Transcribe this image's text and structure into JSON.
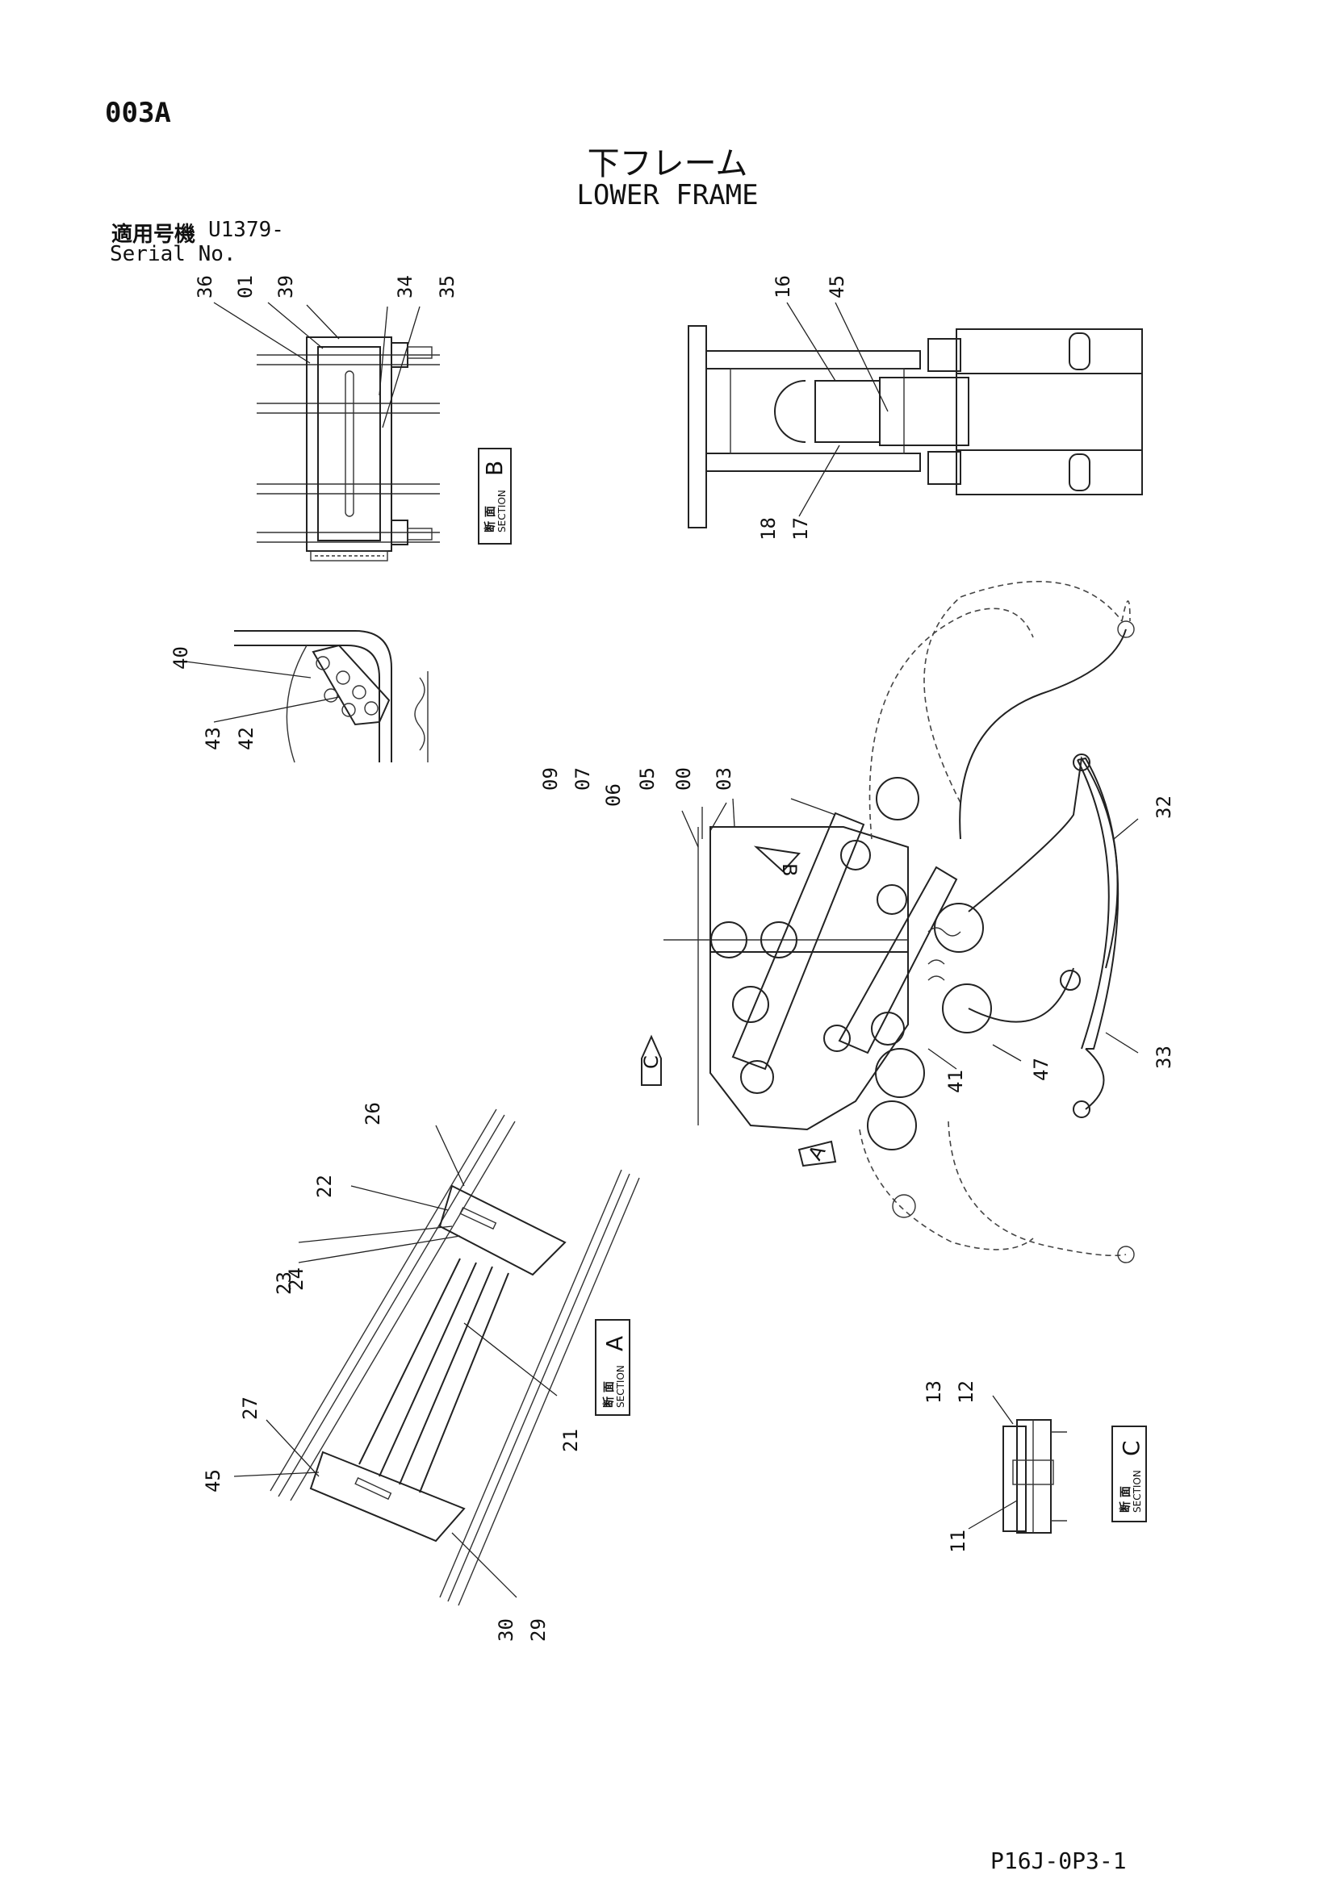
{
  "header": {
    "code": "003A",
    "title_jp": "下フレーム",
    "title_en": "LOWER FRAME",
    "serial_jp": "適用号機",
    "serial_value": "U1379-",
    "serial_en": "Serial No."
  },
  "footer": {
    "doc_ref": "P16J-0P3-1"
  },
  "sections": {
    "a": {
      "jp": "断 面",
      "en": "SECTION",
      "letter": "A"
    },
    "b": {
      "jp": "断 面",
      "en": "SECTION",
      "letter": "B"
    },
    "c": {
      "jp": "断 面",
      "en": "SECTION",
      "letter": "C"
    }
  },
  "view_arrows": {
    "a": "A",
    "b": "B",
    "c": "C"
  },
  "parts": {
    "p36": "36",
    "p01": "01",
    "p39": "39",
    "p34": "34",
    "p35": "35",
    "p16": "16",
    "p45a": "45",
    "p18": "18",
    "p17": "17",
    "p40": "40",
    "p43": "43",
    "p42": "42",
    "p09": "09",
    "p07": "07",
    "p05": "05",
    "p00": "00",
    "p03": "03",
    "p06": "06",
    "p32": "32",
    "p33": "33",
    "p41": "41",
    "p47": "47",
    "p26": "26",
    "p22": "22",
    "p24": "24",
    "p23": "23",
    "p21": "21",
    "p27": "27",
    "p45b": "45",
    "p30": "30",
    "p29": "29",
    "p13": "13",
    "p12": "12",
    "p11": "11"
  }
}
